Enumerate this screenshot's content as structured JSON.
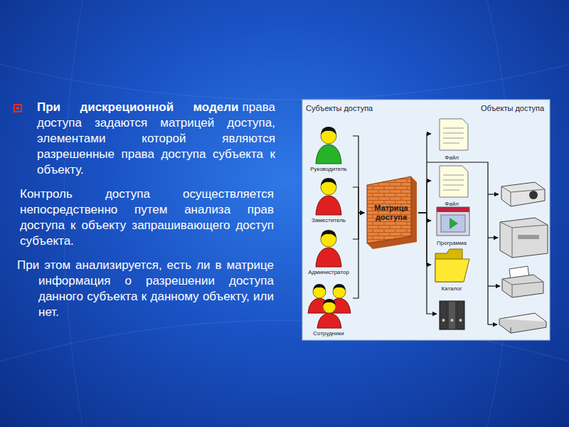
{
  "diagram": {
    "nodes": [
      {
        "text": [
          "Руководитель"
        ]
      },
      {
        "text": [
          "Заместитель"
        ]
      },
      {
        "text": [
          "Администратор"
        ]
      },
      {
        "text": [
          "Сотрудники"
        ]
      },
      {
        "text": [
          "Матрица доступа"
        ]
      },
      {
        "text": [
          "Файл"
        ]
      },
      {
        "text": [
          "Файл"
        ]
      },
      {
        "text": [
          "Программа"
        ]
      },
      {
        "text": [
          "Каталог"
        ]
      }
    ],
    "edges": [
      {
        "from": 0,
        "to": 4,
        "arrow": "to"
      },
      {
        "from": 1,
        "to": 4,
        "arrow": "to"
      },
      {
        "from": 2,
        "to": 4,
        "arrow": "to"
      },
      {
        "from": 3,
        "to": 4,
        "arrow": "to"
      },
      {
        "from": 4,
        "to": 5,
        "arrow": "to"
      },
      {
        "from": 4,
        "to": 6,
        "arrow": "to"
      },
      {
        "from": 4,
        "to": 7,
        "arrow": "to"
      },
      {
        "from": 4,
        "to": 8,
        "arrow": "to"
      }
    ],
    "labels": [
      "При дискреционной модели",
      "права доступа задаются матрицей доступа, элементами которой являются разрешенные права доступа субъекта к объекту.",
      "Контроль доступа осуществляется непосредственно путем анализа прав доступа к объекту запрашивающего доступ субъекта.",
      "При этом анализируется, есть ли в матрице информация о разрешении доступа данного субъекта к данному объекту, или нет.",
      "Субъекты доступа",
      "Объекты доступа"
    ]
  }
}
